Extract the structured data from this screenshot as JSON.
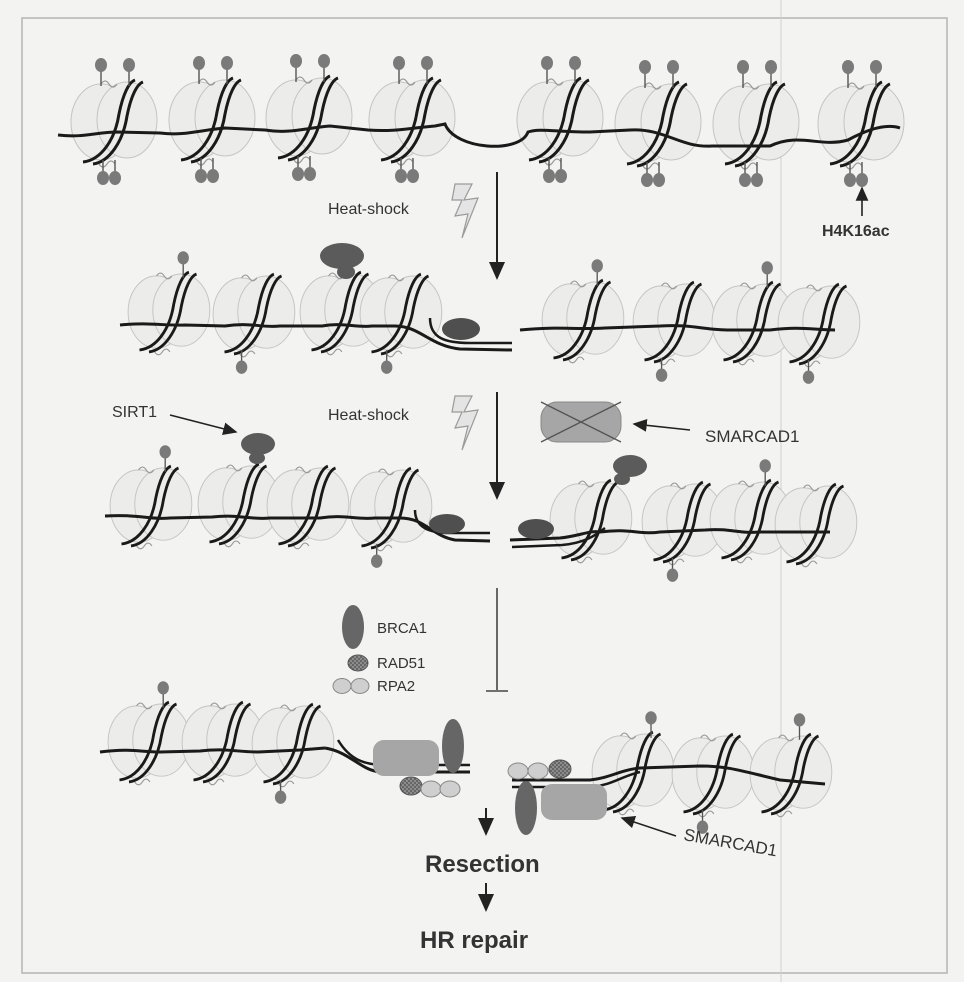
{
  "labels": {
    "heat_shock_1": "Heat-shock",
    "heat_shock_2": "Heat-shock",
    "h4k16ac": "H4K16ac",
    "sirt1": "SIRT1",
    "smarcad1_top": "SMARCAD1",
    "smarcad1_bottom": "SMARCAD1"
  },
  "legend": {
    "brca1": "BRCA1",
    "rad51": "RAD51",
    "rpa2": "RPA2"
  },
  "outcomes": {
    "resection": "Resection",
    "hr_repair": "HR repair"
  },
  "colors": {
    "background": "#f3f3f1",
    "dna": "#1a1a1a",
    "histone_fill": "#ececea",
    "acetyl_mark": "#7a7a7a",
    "protein_dark": "#5b5b5b",
    "smarcad1_fill": "#a6a6a6",
    "rpa2_fill": "#cfcfcf",
    "arrow": "#222222"
  }
}
